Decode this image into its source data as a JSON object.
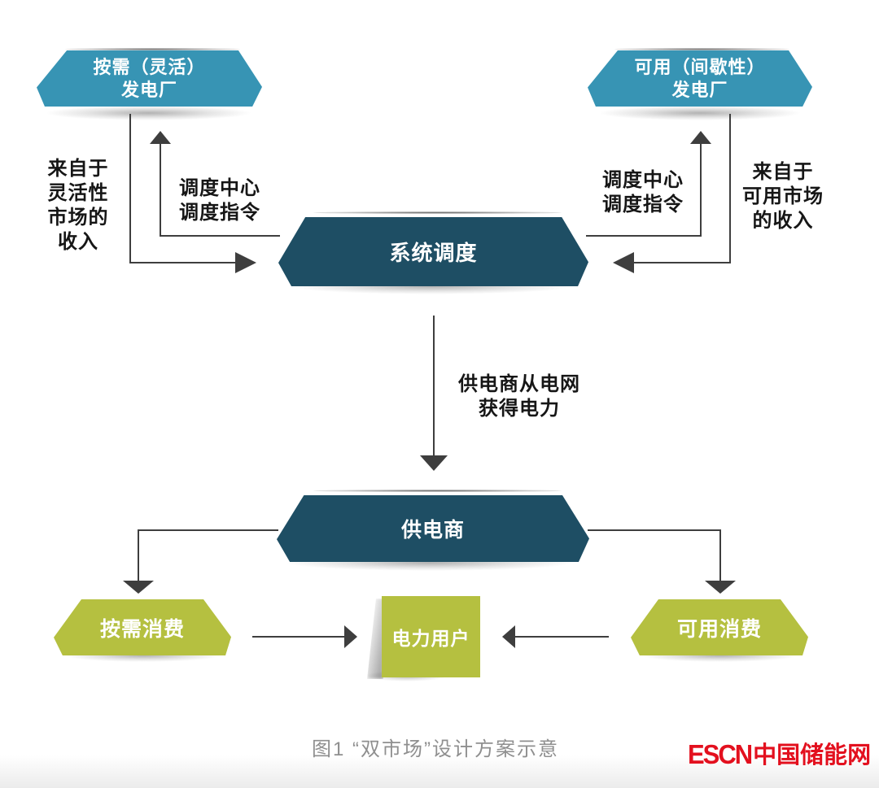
{
  "colors": {
    "teal": "#3794B4",
    "navy": "#1E4E64",
    "green": "#B5C040",
    "line": "#3E3E3E",
    "caption_gray": "#8F8F8F",
    "logo_red": "#E3101E"
  },
  "nodes": {
    "plant_flexible": {
      "line1": "按需（灵活）",
      "line2": "发电厂"
    },
    "plant_intermittent": {
      "line1": "可用（间歇性）",
      "line2": "发电厂"
    },
    "system_dispatch": {
      "label": "系统调度"
    },
    "supplier": {
      "label": "供电商"
    },
    "demand_consumption": {
      "label": "按需消费"
    },
    "power_user": {
      "label": "电力用户"
    },
    "available_consumption": {
      "label": "可用消费"
    }
  },
  "edge_labels": {
    "left_revenue": {
      "line1": "来自于",
      "line2": "灵活性",
      "line3": "市场的",
      "line4": "收入"
    },
    "left_command": {
      "line1": "调度中心",
      "line2": "调度指令"
    },
    "right_command": {
      "line1": "调度中心",
      "line2": "调度指令"
    },
    "right_revenue": {
      "line1": "来自于",
      "line2": "可用市场",
      "line3": "的收入"
    },
    "grid_power": {
      "line1": "供电商从电网",
      "line2": "获得电力"
    }
  },
  "caption": "图1 “双市场”设计方案示意",
  "logo": {
    "wordmark": "ESCN",
    "site_name": "中国储能网"
  }
}
